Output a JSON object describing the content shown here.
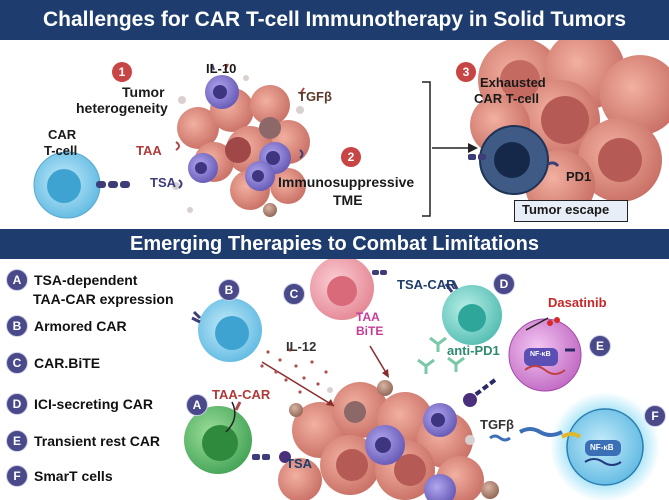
{
  "title": "Challenges for CAR T-cell Immunotherapy in Solid Tumors",
  "subtitle": "Emerging Therapies to Combat Limitations",
  "challenges": {
    "n1": "1",
    "n2": "2",
    "n3": "3",
    "tumor_heterogeneity_line1": "Tumor",
    "tumor_heterogeneity_line2": "heterogeneity",
    "immunosuppressive_line1": "Immunosuppressive",
    "immunosuppressive_line2": "TME",
    "exhausted_line1": "Exhausted",
    "exhausted_line2": "CAR T-cell",
    "car_line1": "CAR",
    "car_line2": "T-cell",
    "il10": "IL-10",
    "tgfb": "TGFβ",
    "taa": "TAA",
    "tsa": "TSA",
    "pd1": "PD1",
    "tumor_escape": "Tumor escape"
  },
  "legend": [
    {
      "letter": "A",
      "text_line1": "TSA-dependent",
      "text_line2": "TAA-CAR expression"
    },
    {
      "letter": "B",
      "text_line1": "Armored CAR"
    },
    {
      "letter": "C",
      "text_line1": "CAR.BiTE"
    },
    {
      "letter": "D",
      "text_line1": "ICI-secreting CAR"
    },
    {
      "letter": "E",
      "text_line1": "Transient rest CAR"
    },
    {
      "letter": "F",
      "text_line1": "SmarT cells"
    }
  ],
  "therapies": {
    "letter_a": "A",
    "letter_b": "B",
    "letter_c": "C",
    "letter_d": "D",
    "letter_e": "E",
    "letter_f": "F",
    "taa_car": "TAA-CAR",
    "tsa": "TSA",
    "il12": "IL-12",
    "tsa_car": "TSA-CAR",
    "taa": "TAA",
    "bite": "BiTE",
    "anti_pd1": "anti-PD1",
    "dasatinib": "Dasatinib",
    "tgfb": "TGFβ",
    "nfkb": "NF-κB",
    "nfkb_f": "NF-κB"
  },
  "colors": {
    "banner": "#1e3d6e",
    "tumor": "#d98a7a",
    "tumor_dark": "#b65a55",
    "purple_cell": "#7d6fc4",
    "car_cell": "#8fd0ee",
    "red_label": "#b03a3a",
    "magenta_label": "#c53c98",
    "green_label": "#2e8b70"
  }
}
